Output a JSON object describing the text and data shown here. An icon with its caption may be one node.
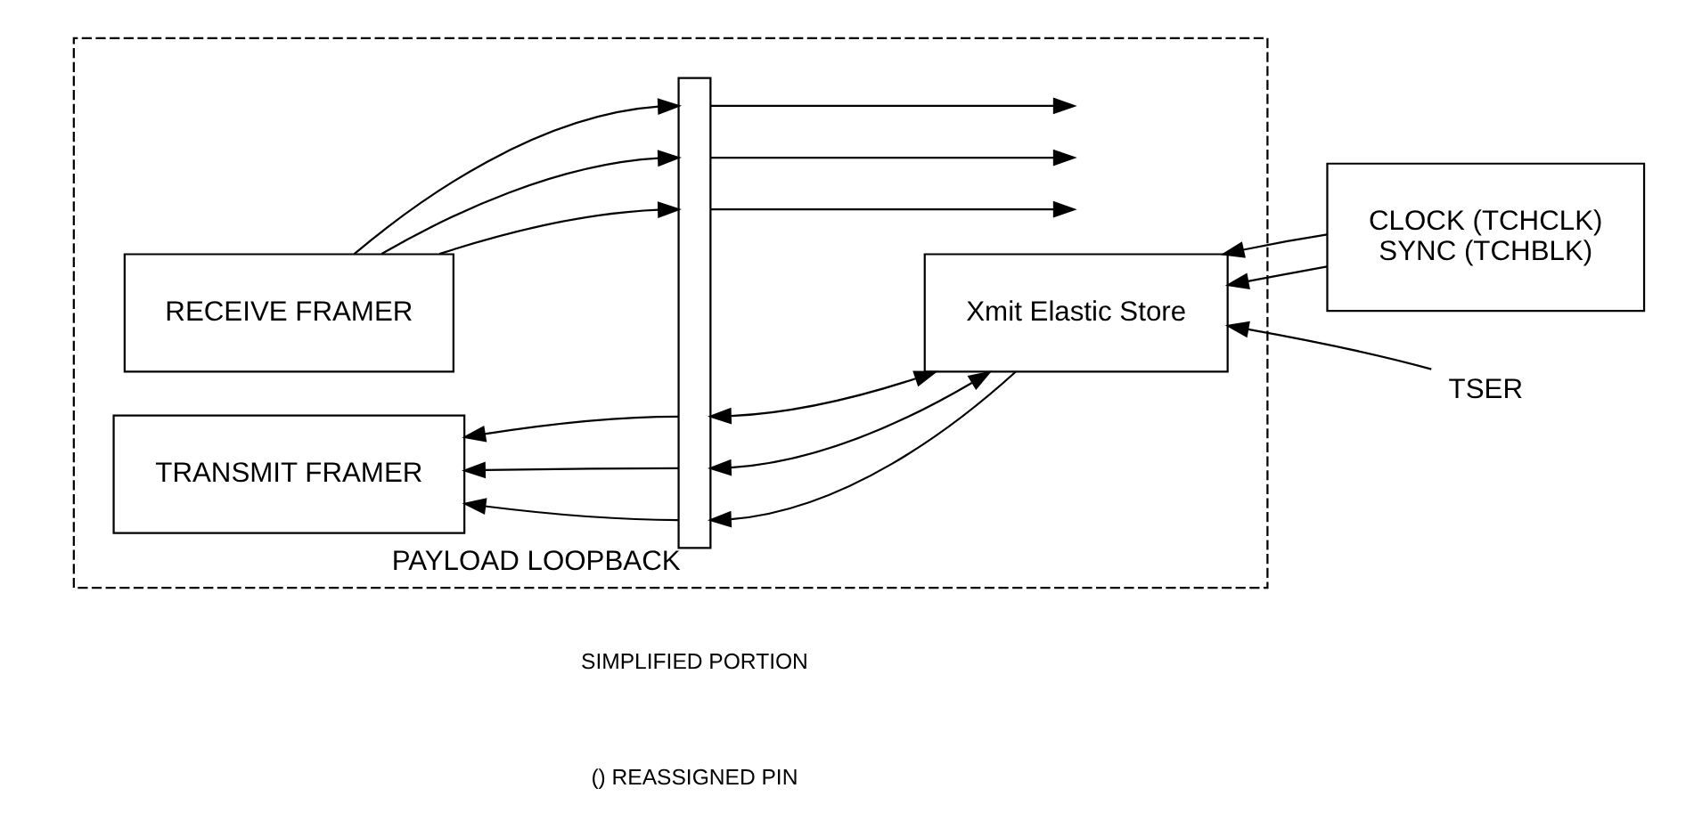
{
  "diagram": {
    "nodes": [
      {
        "text": [],
        "shape": "box"
      },
      {
        "text": [
          "RECEIVE FRAMER"
        ],
        "in": 0
      },
      {
        "text": [],
        "shape": "bar",
        "in": 0,
        "beside": [
          "PAYLOAD LOOPBACK"
        ]
      },
      {
        "text": [
          "TRANSMIT FRAMER"
        ],
        "in": 0
      },
      {
        "text": [
          "Xmit Elastic Store"
        ],
        "in": 0
      },
      {
        "text": [
          "CLOCK (TCHCLK)",
          "SYNC (TCHBLK)"
        ]
      },
      {
        "text": [
          "TSER"
        ]
      }
    ],
    "edges": [
      {
        "from": 1,
        "to": 2,
        "arrow": "to"
      },
      {
        "from": 1,
        "to": 2,
        "arrow": "to"
      },
      {
        "from": 1,
        "to": 2,
        "arrow": "to"
      },
      {
        "from": 2,
        "to": null,
        "arrow": "to"
      },
      {
        "from": 2,
        "to": null,
        "arrow": "to"
      },
      {
        "from": 2,
        "to": null,
        "arrow": "to"
      },
      {
        "from": 2,
        "to": 3,
        "arrow": "to"
      },
      {
        "from": 2,
        "to": 3,
        "arrow": "to"
      },
      {
        "from": 2,
        "to": 3,
        "arrow": "to"
      },
      {
        "from": 4,
        "to": 2,
        "arrow": "both"
      },
      {
        "from": 4,
        "to": 2,
        "arrow": "both"
      },
      {
        "from": 4,
        "to": 2,
        "arrow": "to"
      },
      {
        "from": 5,
        "to": 4,
        "arrow": "to"
      },
      {
        "from": 5,
        "to": 4,
        "arrow": "to"
      },
      {
        "from": 6,
        "to": 4,
        "arrow": "to"
      }
    ],
    "labels": [
      "SIMPLIFIED PORTION",
      "() REASSIGNED PIN"
    ]
  }
}
